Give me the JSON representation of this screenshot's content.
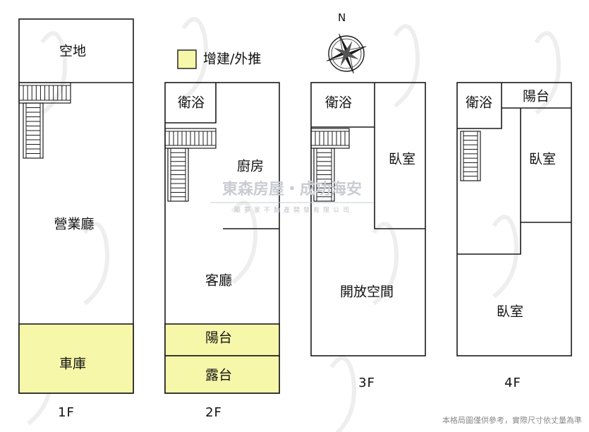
{
  "legend": {
    "label": "增建/外推",
    "swatch_color": "#f7f7aa"
  },
  "compass": {
    "north_label": "N",
    "icon": "compass-rose-icon"
  },
  "watermark": {
    "title": "東森房屋・成功海安",
    "subtitle": "築夢家不動產開發有限公司"
  },
  "note": "本格局圖僅供參考，實際尺寸依丈量為準",
  "floors": [
    {
      "label": "1F",
      "rooms": {
        "vacant_lot": "空地",
        "business_hall": "營業廳",
        "garage": "車庫"
      }
    },
    {
      "label": "2F",
      "rooms": {
        "bathroom": "衛浴",
        "kitchen": "廚房",
        "living_room": "客廳",
        "balcony": "陽台",
        "terrace": "露台"
      }
    },
    {
      "label": "3F",
      "rooms": {
        "bathroom": "衛浴",
        "bedroom": "臥室",
        "open_space": "開放空間"
      }
    },
    {
      "label": "4F",
      "rooms": {
        "bathroom": "衛浴",
        "balcony": "陽台",
        "bedroom_upper": "臥室",
        "bedroom_lower": "臥室"
      }
    }
  ]
}
